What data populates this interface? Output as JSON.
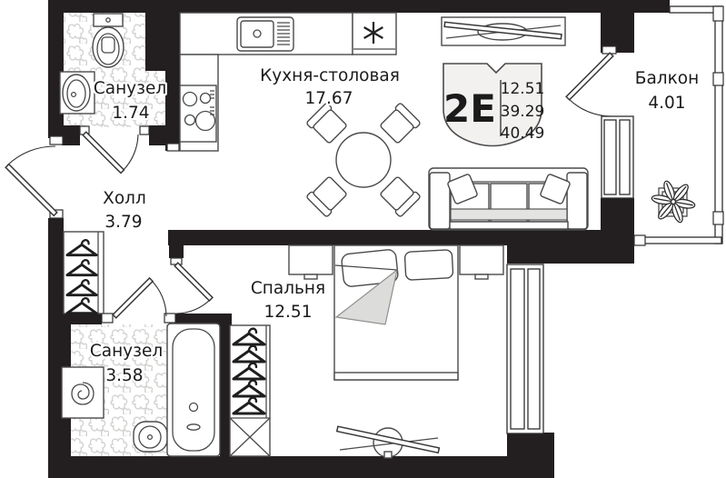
{
  "badge": {
    "unit_type": "2Е",
    "values": [
      "12.51",
      "39.29",
      "40.49"
    ]
  },
  "rooms": {
    "bathroom_top": {
      "name": "Санузел",
      "area": "1.74"
    },
    "kitchen": {
      "name": "Кухня-столовая",
      "area": "17.67"
    },
    "balcony": {
      "name": "Балкон",
      "area": "4.01"
    },
    "hall": {
      "name": "Холл",
      "area": "3.79"
    },
    "bedroom": {
      "name": "Спальня",
      "area": "12.51"
    },
    "bathroom_bottom": {
      "name": "Санузел",
      "area": "3.58"
    }
  },
  "colors": {
    "wall": "#231f20",
    "outline": "#4a4a4c",
    "tile_motif": "#d3d2d0",
    "badge_fill": "#f2f1ef",
    "blanket_fill": "#dcdcda"
  }
}
